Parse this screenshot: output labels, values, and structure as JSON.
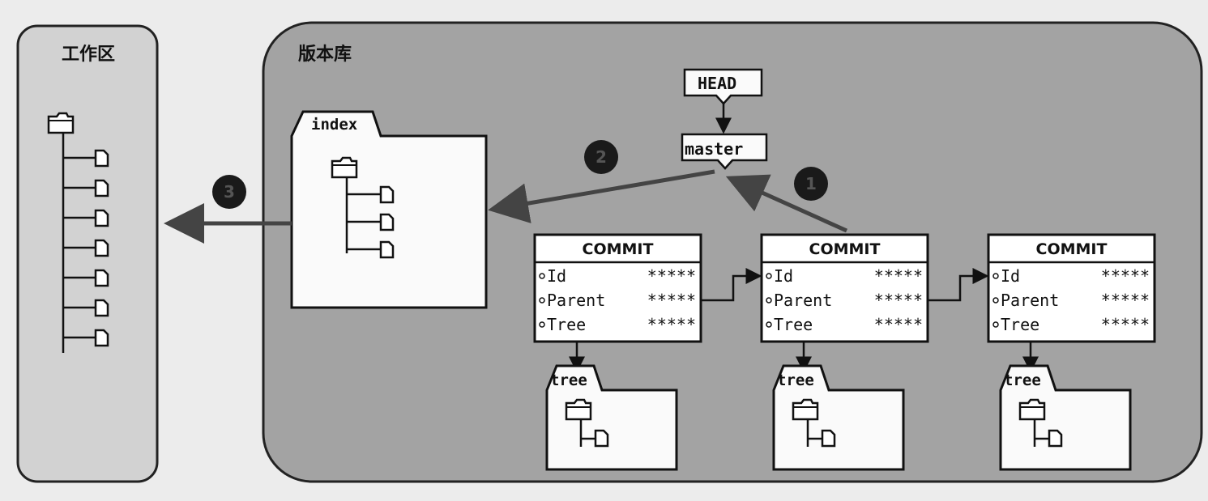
{
  "workspace": {
    "title": "工作区",
    "file_count": 7
  },
  "repository": {
    "title": "版本库"
  },
  "index": {
    "label": "index",
    "file_count": 3
  },
  "refs": {
    "head": "HEAD",
    "branch": "master"
  },
  "steps": [
    "1",
    "2",
    "3"
  ],
  "commits": [
    {
      "title": "COMMIT",
      "fields": [
        {
          "name": "Id",
          "value": "*****"
        },
        {
          "name": "Parent",
          "value": "*****"
        },
        {
          "name": "Tree",
          "value": "*****"
        }
      ],
      "tree_label": "tree"
    },
    {
      "title": "COMMIT",
      "fields": [
        {
          "name": "Id",
          "value": "*****"
        },
        {
          "name": "Parent",
          "value": "*****"
        },
        {
          "name": "Tree",
          "value": "*****"
        }
      ],
      "tree_label": "tree"
    },
    {
      "title": "COMMIT",
      "fields": [
        {
          "name": "Id",
          "value": "*****"
        },
        {
          "name": "Parent",
          "value": "*****"
        },
        {
          "name": "Tree",
          "value": "*****"
        }
      ],
      "tree_label": "tree"
    }
  ]
}
